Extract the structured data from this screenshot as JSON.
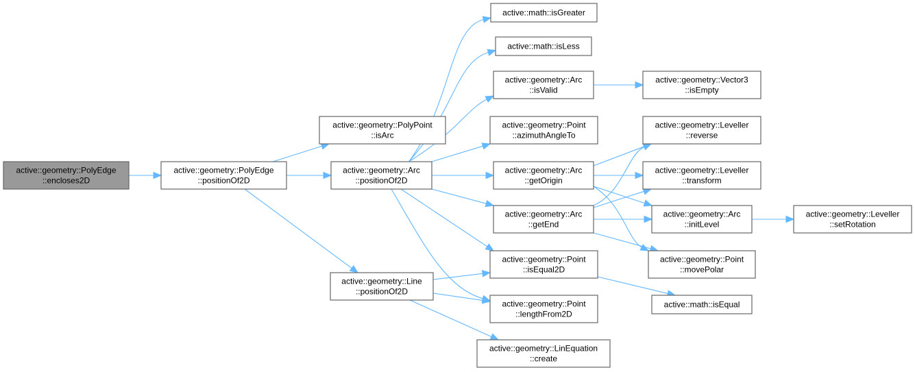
{
  "diagram": {
    "type": "call-graph",
    "colors": {
      "edge": "#63b8ff",
      "root_fill": "#999999",
      "node_fill": "#ffffff",
      "node_border": "#666666"
    },
    "nodes": [
      {
        "id": "enclosesPE",
        "lines": [
          "active::geometry::PolyEdge",
          "::encloses2D"
        ],
        "root": true
      },
      {
        "id": "posPE",
        "lines": [
          "active::geometry::PolyEdge",
          "::positionOf2D"
        ]
      },
      {
        "id": "isArcPP",
        "lines": [
          "active::geometry::PolyPoint",
          "::isArc"
        ]
      },
      {
        "id": "posArc",
        "lines": [
          "active::geometry::Arc",
          "::positionOf2D"
        ]
      },
      {
        "id": "posLine",
        "lines": [
          "active::geometry::Line",
          "::positionOf2D"
        ]
      },
      {
        "id": "isGreater",
        "lines": [
          "active::math::isGreater"
        ]
      },
      {
        "id": "isLess",
        "lines": [
          "active::math::isLess"
        ]
      },
      {
        "id": "isValidArc",
        "lines": [
          "active::geometry::Arc",
          "::isValid"
        ]
      },
      {
        "id": "azimuth",
        "lines": [
          "active::geometry::Point",
          "::azimuthAngleTo"
        ]
      },
      {
        "id": "getOrigin",
        "lines": [
          "active::geometry::Arc",
          "::getOrigin"
        ]
      },
      {
        "id": "getEnd",
        "lines": [
          "active::geometry::Arc",
          "::getEnd"
        ]
      },
      {
        "id": "isEqual2D",
        "lines": [
          "active::geometry::Point",
          "::isEqual2D"
        ]
      },
      {
        "id": "lengthFrom2D",
        "lines": [
          "active::geometry::Point",
          "::lengthFrom2D"
        ]
      },
      {
        "id": "linCreate",
        "lines": [
          "active::geometry::LinEquation",
          "::create"
        ]
      },
      {
        "id": "isEmptyV3",
        "lines": [
          "active::geometry::Vector3",
          "::isEmpty"
        ]
      },
      {
        "id": "levReverse",
        "lines": [
          "active::geometry::Leveller",
          "::reverse"
        ]
      },
      {
        "id": "levTransform",
        "lines": [
          "active::geometry::Leveller",
          "::transform"
        ]
      },
      {
        "id": "initLevel",
        "lines": [
          "active::geometry::Arc",
          "::initLevel"
        ]
      },
      {
        "id": "movePolar",
        "lines": [
          "active::geometry::Point",
          "::movePolar"
        ]
      },
      {
        "id": "mathIsEqual",
        "lines": [
          "active::math::isEqual"
        ]
      },
      {
        "id": "setRotation",
        "lines": [
          "active::geometry::Leveller",
          "::setRotation"
        ]
      }
    ],
    "edges": [
      [
        "enclosesPE",
        "posPE"
      ],
      [
        "posPE",
        "isArcPP"
      ],
      [
        "posPE",
        "posArc"
      ],
      [
        "posPE",
        "posLine"
      ],
      [
        "posArc",
        "isGreater"
      ],
      [
        "posArc",
        "isLess"
      ],
      [
        "posArc",
        "isValidArc"
      ],
      [
        "posArc",
        "azimuth"
      ],
      [
        "posArc",
        "getOrigin"
      ],
      [
        "posArc",
        "getEnd"
      ],
      [
        "posArc",
        "isEqual2D"
      ],
      [
        "posArc",
        "lengthFrom2D"
      ],
      [
        "posLine",
        "isEqual2D"
      ],
      [
        "posLine",
        "lengthFrom2D"
      ],
      [
        "posLine",
        "linCreate"
      ],
      [
        "isValidArc",
        "isEmptyV3"
      ],
      [
        "getOrigin",
        "levReverse"
      ],
      [
        "getOrigin",
        "levTransform"
      ],
      [
        "getOrigin",
        "initLevel"
      ],
      [
        "getOrigin",
        "movePolar"
      ],
      [
        "getEnd",
        "levReverse"
      ],
      [
        "getEnd",
        "levTransform"
      ],
      [
        "getEnd",
        "initLevel"
      ],
      [
        "getEnd",
        "movePolar"
      ],
      [
        "isEqual2D",
        "mathIsEqual"
      ],
      [
        "initLevel",
        "setRotation"
      ]
    ]
  }
}
